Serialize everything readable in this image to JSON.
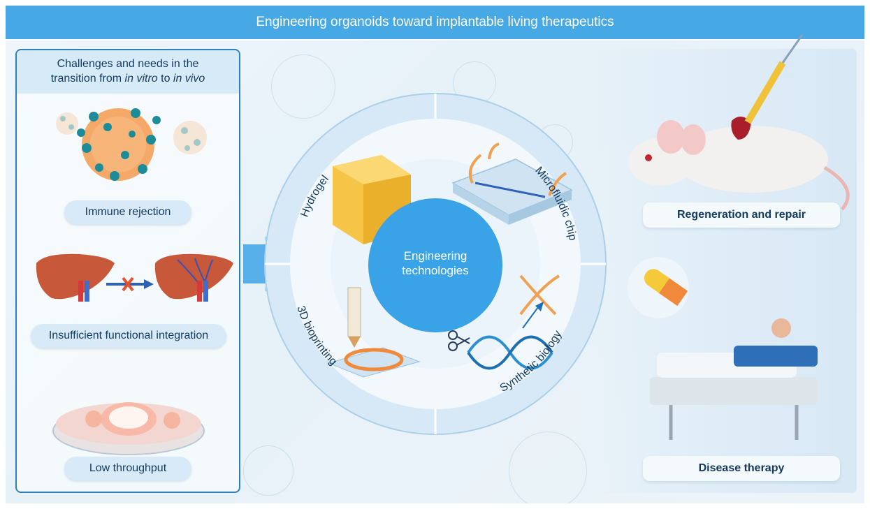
{
  "banner": {
    "title": "Engineering organoids toward implantable living therapeutics"
  },
  "challenges": {
    "title_line1": "Challenges and needs in the",
    "title_line2_pre": "transition from ",
    "title_line2_em1": "in vitro",
    "title_line2_mid": " to ",
    "title_line2_em2": "in vivo",
    "items": [
      {
        "label": "Immune rejection"
      },
      {
        "label": "Insufficient functional integration"
      },
      {
        "label": "Low throughput"
      }
    ]
  },
  "center": {
    "hub_line1": "Engineering",
    "hub_line2": "technologies",
    "quadrants": [
      {
        "label": "Hydrogel"
      },
      {
        "label": "Microfluidic chip"
      },
      {
        "label": "3D bioprinting"
      },
      {
        "label": "Synthetic biology"
      }
    ]
  },
  "applications": {
    "items": [
      {
        "label": "Regeneration and repair"
      },
      {
        "label": "Disease therapy"
      }
    ]
  },
  "colors": {
    "banner": "#46a9e6",
    "hub": "#3aa2e6",
    "accent_orange": "#f0a050",
    "dna_blue": "#2d8fd0",
    "text_dark": "#123a5e"
  }
}
